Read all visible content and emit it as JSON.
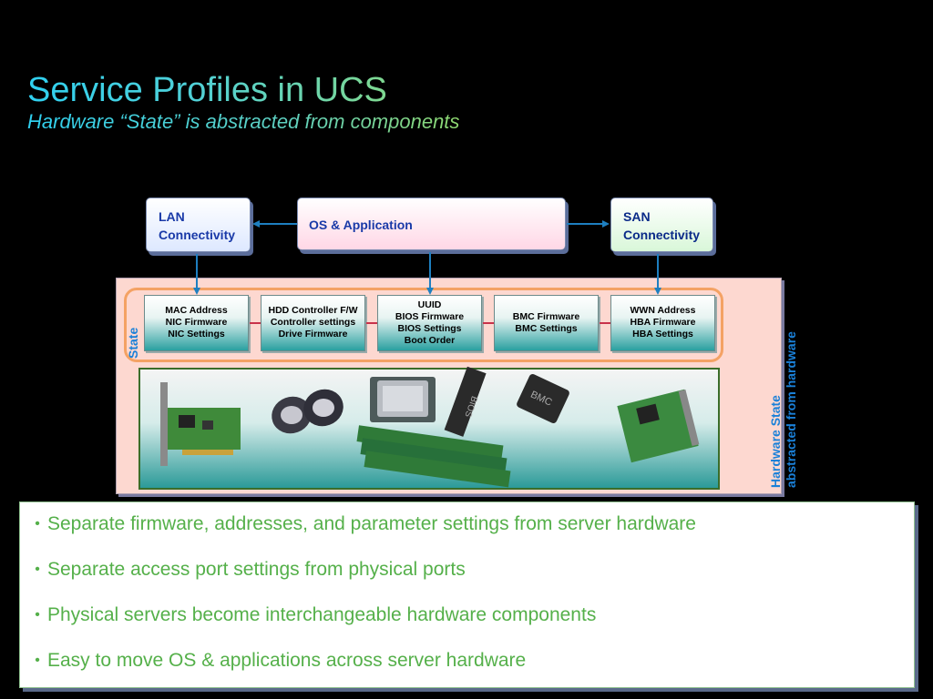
{
  "title": "Service Profiles in UCS",
  "subtitle": "Hardware “State” is abstracted from components",
  "diagram": {
    "lan": {
      "line1": "LAN",
      "line2": "Connectivity"
    },
    "os_app": "OS & Application",
    "san": {
      "line1": "SAN",
      "line2": "Connectivity"
    },
    "state_label": "State",
    "hw_label": {
      "line1": "Hardware State",
      "line2": "abstracted from hardware"
    },
    "state_boxes": [
      {
        "lines": [
          "MAC Address",
          "NIC Firmware",
          "NIC Settings"
        ]
      },
      {
        "lines": [
          "HDD Controller F/W",
          "Controller settings",
          "Drive Firmware"
        ]
      },
      {
        "lines": [
          "UUID",
          "BIOS Firmware",
          "BIOS Settings",
          "Boot Order"
        ]
      },
      {
        "lines": [
          "BMC Firmware",
          "BMC Settings"
        ]
      },
      {
        "lines": [
          "WWN Address",
          "HBA Firmware",
          "HBA Settings"
        ]
      }
    ],
    "chip_labels": {
      "bios": "BIOS",
      "bmc": "BMC"
    },
    "colors": {
      "arrow": "#1e7fc0",
      "state_border": "#f4a264",
      "label_blue": "#1a80d8"
    }
  },
  "bullets": [
    "Separate firmware, addresses, and parameter settings from server hardware",
    "Separate access port settings from physical ports",
    "Physical servers become interchangeable hardware components",
    "Easy to move OS & applications across server hardware"
  ]
}
